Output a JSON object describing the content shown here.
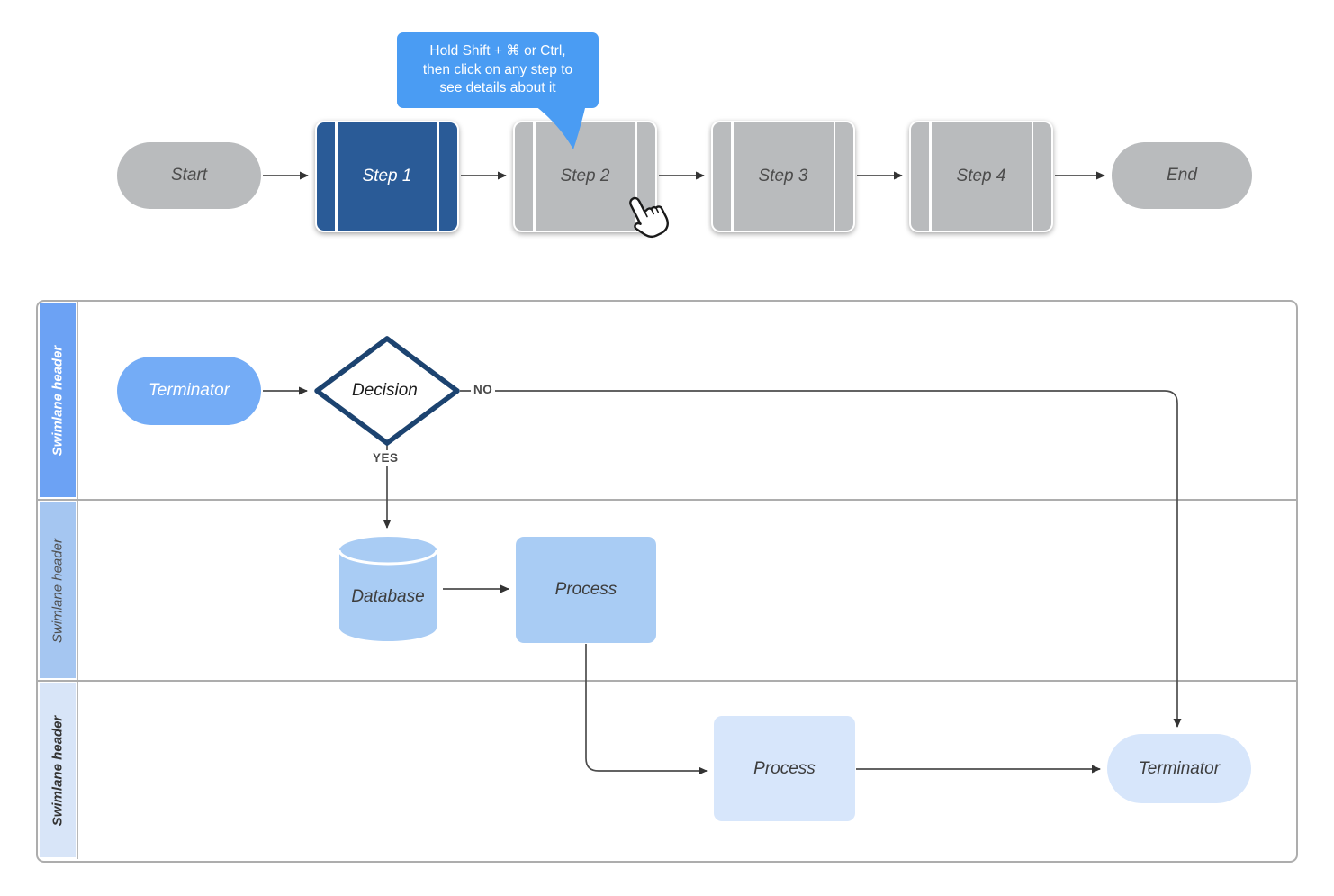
{
  "tooltip": {
    "text": "Hold Shift + ⌘ or Ctrl,\nthen click on any step to\nsee details about it",
    "background_color": "#4a9cf3",
    "text_color": "#ffffff"
  },
  "top_flow": {
    "start_label": "Start",
    "steps": [
      "Step 1",
      "Step 2",
      "Step 3",
      "Step 4"
    ],
    "end_label": "End",
    "active_step": "Step 1",
    "active_step_color": "#2a5b97",
    "inactive_step_color": "#b9bbbd"
  },
  "swimlanes": {
    "headers": [
      {
        "label": "Swimlane header",
        "color": "#6ca2f4"
      },
      {
        "label": "Swimlane header",
        "color": "#a5c6f1"
      },
      {
        "label": "Swimlane header",
        "color": "#d8e5f8"
      }
    ],
    "lane1": {
      "terminator_label": "Terminator",
      "decision_label": "Decision",
      "no_label": "NO",
      "yes_label": "YES",
      "terminator_color": "#74acf6",
      "decision_border_color": "#1c4370"
    },
    "lane2": {
      "database_label": "Database",
      "process_label": "Process",
      "shape_color": "#a9ccf4"
    },
    "lane3": {
      "process_label": "Process",
      "terminator_label": "Terminator",
      "shape_color": "#d7e6fb"
    }
  },
  "icons": {
    "cursor": "hand-pointer-icon"
  }
}
